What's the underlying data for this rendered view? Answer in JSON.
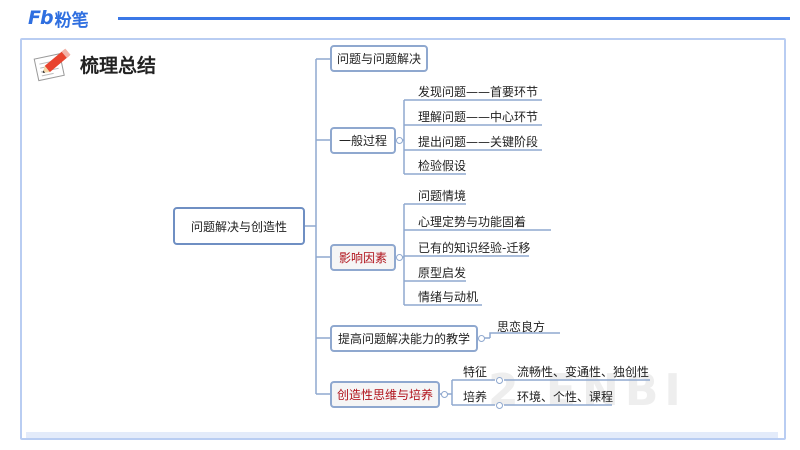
{
  "brand": {
    "mark": "Fb",
    "name": "粉笔"
  },
  "page_title": "梳理总结",
  "watermark": "2 ENBI",
  "root": "问题解决与创造性",
  "branches": {
    "b1": {
      "label": "问题与问题解决"
    },
    "b2": {
      "label": "一般过程",
      "children": [
        "发现问题——首要环节",
        "理解问题——中心环节",
        "提出问题——关键阶段",
        "检验假设"
      ]
    },
    "b3": {
      "label": "影响因素",
      "children": [
        "问题情境",
        "心理定势与功能固着",
        "已有的知识经验-迁移",
        "原型启发",
        "情绪与动机"
      ]
    },
    "b4": {
      "label": "提高问题解决能力的教学",
      "children": [
        "思恋良方"
      ]
    },
    "b5": {
      "label": "创造性思维与培养",
      "children": [
        {
          "label": "特征",
          "value": "流畅性、变通性、独创性"
        },
        {
          "label": "培养",
          "value": "环境、个性、课程"
        }
      ]
    }
  },
  "colors": {
    "accent": "#3b78e7",
    "line": "#8fa8cf",
    "highlight": "#b0121b"
  }
}
